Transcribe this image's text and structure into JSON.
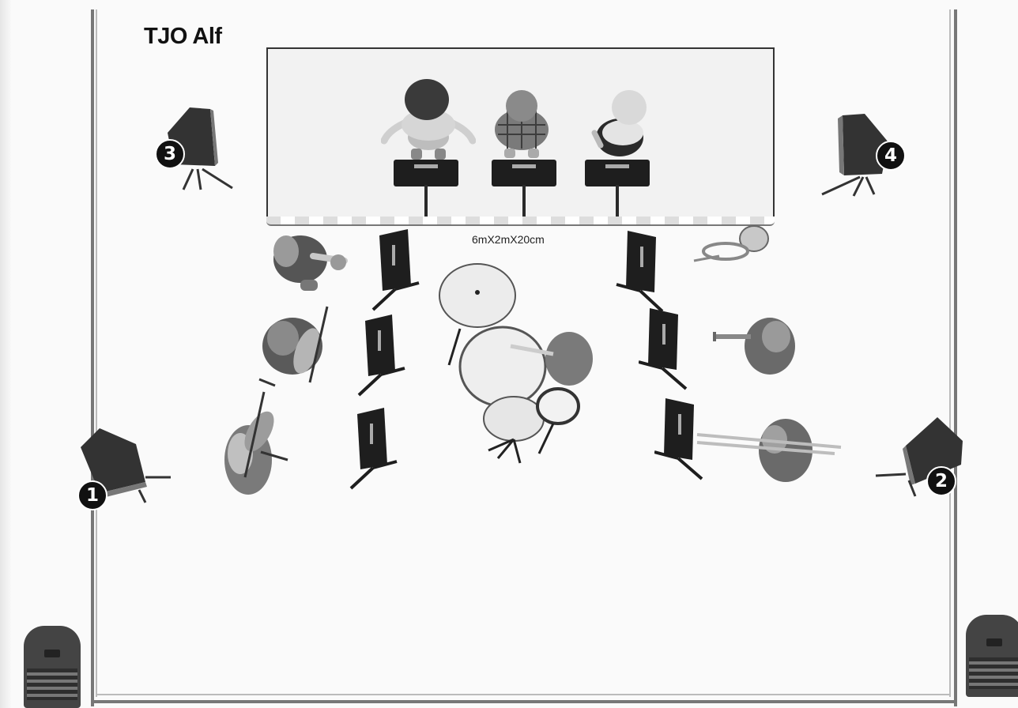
{
  "title": "TJO Alf",
  "riser": {
    "size_label": "6mX2mX20cm"
  },
  "monitors": [
    {
      "id": "monitor-3",
      "number": "3"
    },
    {
      "id": "monitor-4",
      "number": "4"
    },
    {
      "id": "monitor-1",
      "number": "1"
    },
    {
      "id": "monitor-2",
      "number": "2"
    }
  ],
  "musicians": {
    "riser_singers": 3,
    "floor": [
      "saxophone",
      "cello",
      "double-bass",
      "drums",
      "french-horn",
      "trumpet",
      "trombone"
    ]
  },
  "colors": {
    "background": "#fafafa",
    "wall": "#777777",
    "riser_fill": "#f2f2f2",
    "stand": "#1e1e1e",
    "marker": "#111111"
  }
}
